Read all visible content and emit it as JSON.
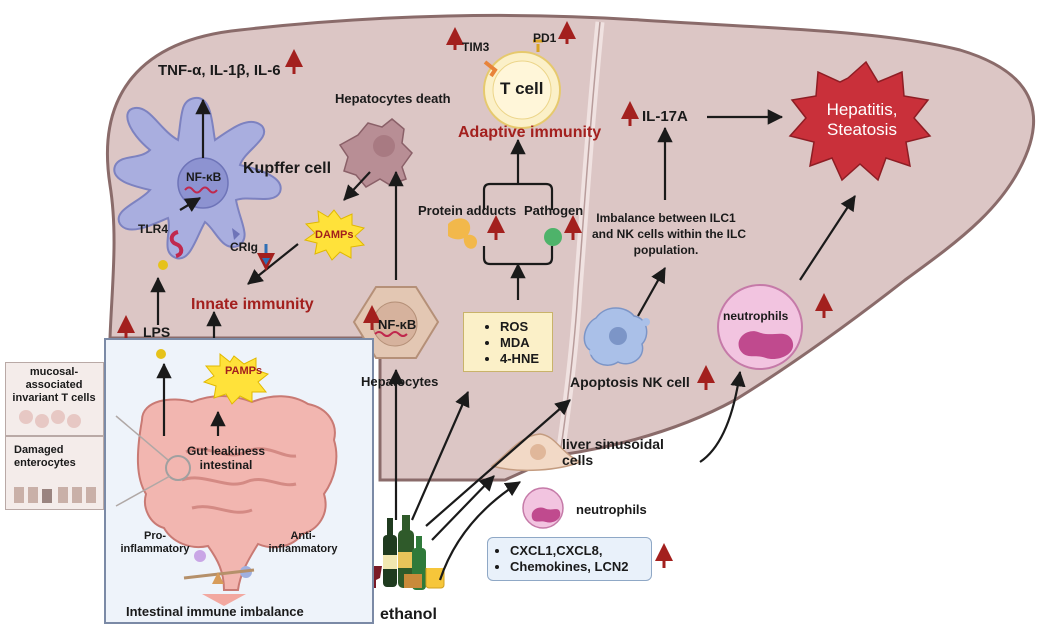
{
  "kupffer": {
    "cytokines": "TNF-α, IL-1β, IL-6",
    "nfkb": "NF-κB",
    "cell_label": "Kupffer cell",
    "tlr4": "TLR4",
    "crig": "CRIg"
  },
  "hepatocytes_death": "Hepatocytes death",
  "damps": "DAMPs",
  "innate_immunity": "Innate immunity",
  "lps": "LPS",
  "pamps": "PAMPs",
  "tcell": {
    "label": "T cell",
    "tim3": "TIM3",
    "pd1": "PD1"
  },
  "adaptive_immunity": "Adaptive immunity",
  "protein_adducts": "Protein adducts",
  "pathogen": "Pathogen",
  "hepatocytes": {
    "nfkb": "NF-κB",
    "label": "Hepatocytes"
  },
  "ros_list": [
    "ROS",
    "MDA",
    "4-HNE"
  ],
  "il17a": "IL-17A",
  "hepatitis": {
    "line1": "Hepatitis,",
    "line2": "Steatosis"
  },
  "ilc_imbalance": {
    "line1": "Imbalance between  ILC1",
    "line2": "and NK cells within the ILC",
    "line3": "population."
  },
  "apoptosis_nk": "Apoptosis NK cell",
  "neutrophils_liver": "neutrophils",
  "sinusoidal": {
    "line1": "liver sinusoidal",
    "line2": "cells"
  },
  "neutrophils_blood": "neutrophils",
  "cytokine_list": [
    "CXCL1,CXCL8,",
    "Chemokines, LCN2"
  ],
  "mait": {
    "line1": "mucosal-",
    "line2": "associated",
    "line3": "invariant T cells"
  },
  "damaged": {
    "line1": "Damaged",
    "line2": "enterocytes"
  },
  "gut_leakiness": {
    "line1": "Gut leakiness",
    "line2": "intestinal"
  },
  "pro_inflammatory": {
    "line1": "Pro-",
    "line2": "inflammatory"
  },
  "anti_inflammatory": {
    "line1": "Anti-",
    "line2": "inflammatory"
  },
  "intestinal_imbalance": "Intestinal immune imbalance",
  "ethanol": "ethanol",
  "colors": {
    "liver": "#dcc6c5",
    "liver_stroke": "#8a6b6a",
    "kupffer": "#a9aedf",
    "dark_red": "#a3201e",
    "blue": "#2f6fb5",
    "burst_yellow": "#ffe23a",
    "hepatitis_burst": "#c9303a",
    "gut_pink": "#f2b6b0"
  }
}
